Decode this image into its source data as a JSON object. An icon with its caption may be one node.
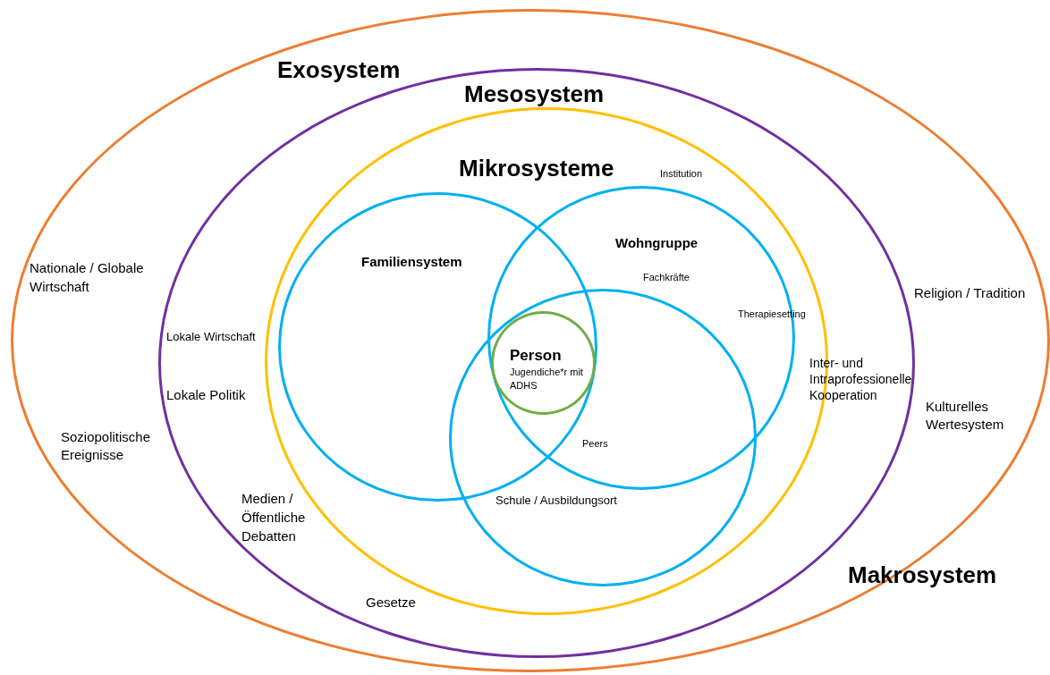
{
  "diagram": {
    "nodes": [
      {
        "text": [],
        "shape": "ellipse"
      },
      {
        "text": [
          "Mesosystem"
        ],
        "in": 0
      },
      {
        "text": [
          "Mikrosysteme"
        ],
        "in": 1
      },
      {
        "text": [
          "Familiensystem"
        ],
        "in": 2
      },
      {
        "text": [
          "Wohngruppe"
        ],
        "in": 2
      },
      {
        "text": [
          "Schule / Ausbildungsort"
        ],
        "in": 2
      },
      {
        "text": [
          "Person",
          "Jugendiche*r mit ADHS"
        ]
      }
    ],
    "labels": [
      "Exosystem",
      "Institution",
      "Nationale / Globale Wirtschaft",
      "Fachkräfte",
      "Religion / Tradition",
      "Therapiesetting",
      "Lokale Wirtschaft",
      "Inter- und Intraprofessionelle Kooperation",
      "Lokale Politik",
      "Kulturelles Wertesystem",
      "Soziopolitische Ereignisse",
      "Peers",
      "Medien / Öffentliche Debatten",
      "Makrosystem",
      "Gesetze"
    ]
  }
}
